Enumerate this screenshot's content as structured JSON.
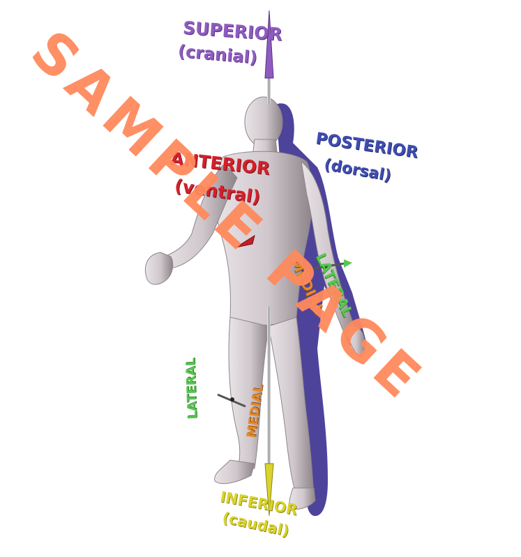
{
  "labels": {
    "superior": "SUPERIOR",
    "cranial": "(cranial)",
    "anterior": "ANTERIOR",
    "ventral": "(ventral)",
    "posterior": "POSTERIOR",
    "dorsal": "(dorsal)",
    "lateral_arm": "LATERAL",
    "medial_arm": "MEDIAL",
    "lateral_leg": "LATERAL",
    "medial_leg": "MEDIAL",
    "inferior": "INFERIOR",
    "caudal": "(caudal)"
  },
  "watermark": "SAMPLE PAGE",
  "colors": {
    "superior": "#8e5cbf",
    "anterior": "#d4202a",
    "posterior": "#3f4db0",
    "lateral": "#59c653",
    "medial": "#e5892b",
    "inferior": "#d9d32c",
    "watermark": "#ff8a5c",
    "body": "#cfc7cc"
  },
  "icons": {
    "figure": "human-body-figure",
    "axis": "vertical-axis-arrow"
  }
}
